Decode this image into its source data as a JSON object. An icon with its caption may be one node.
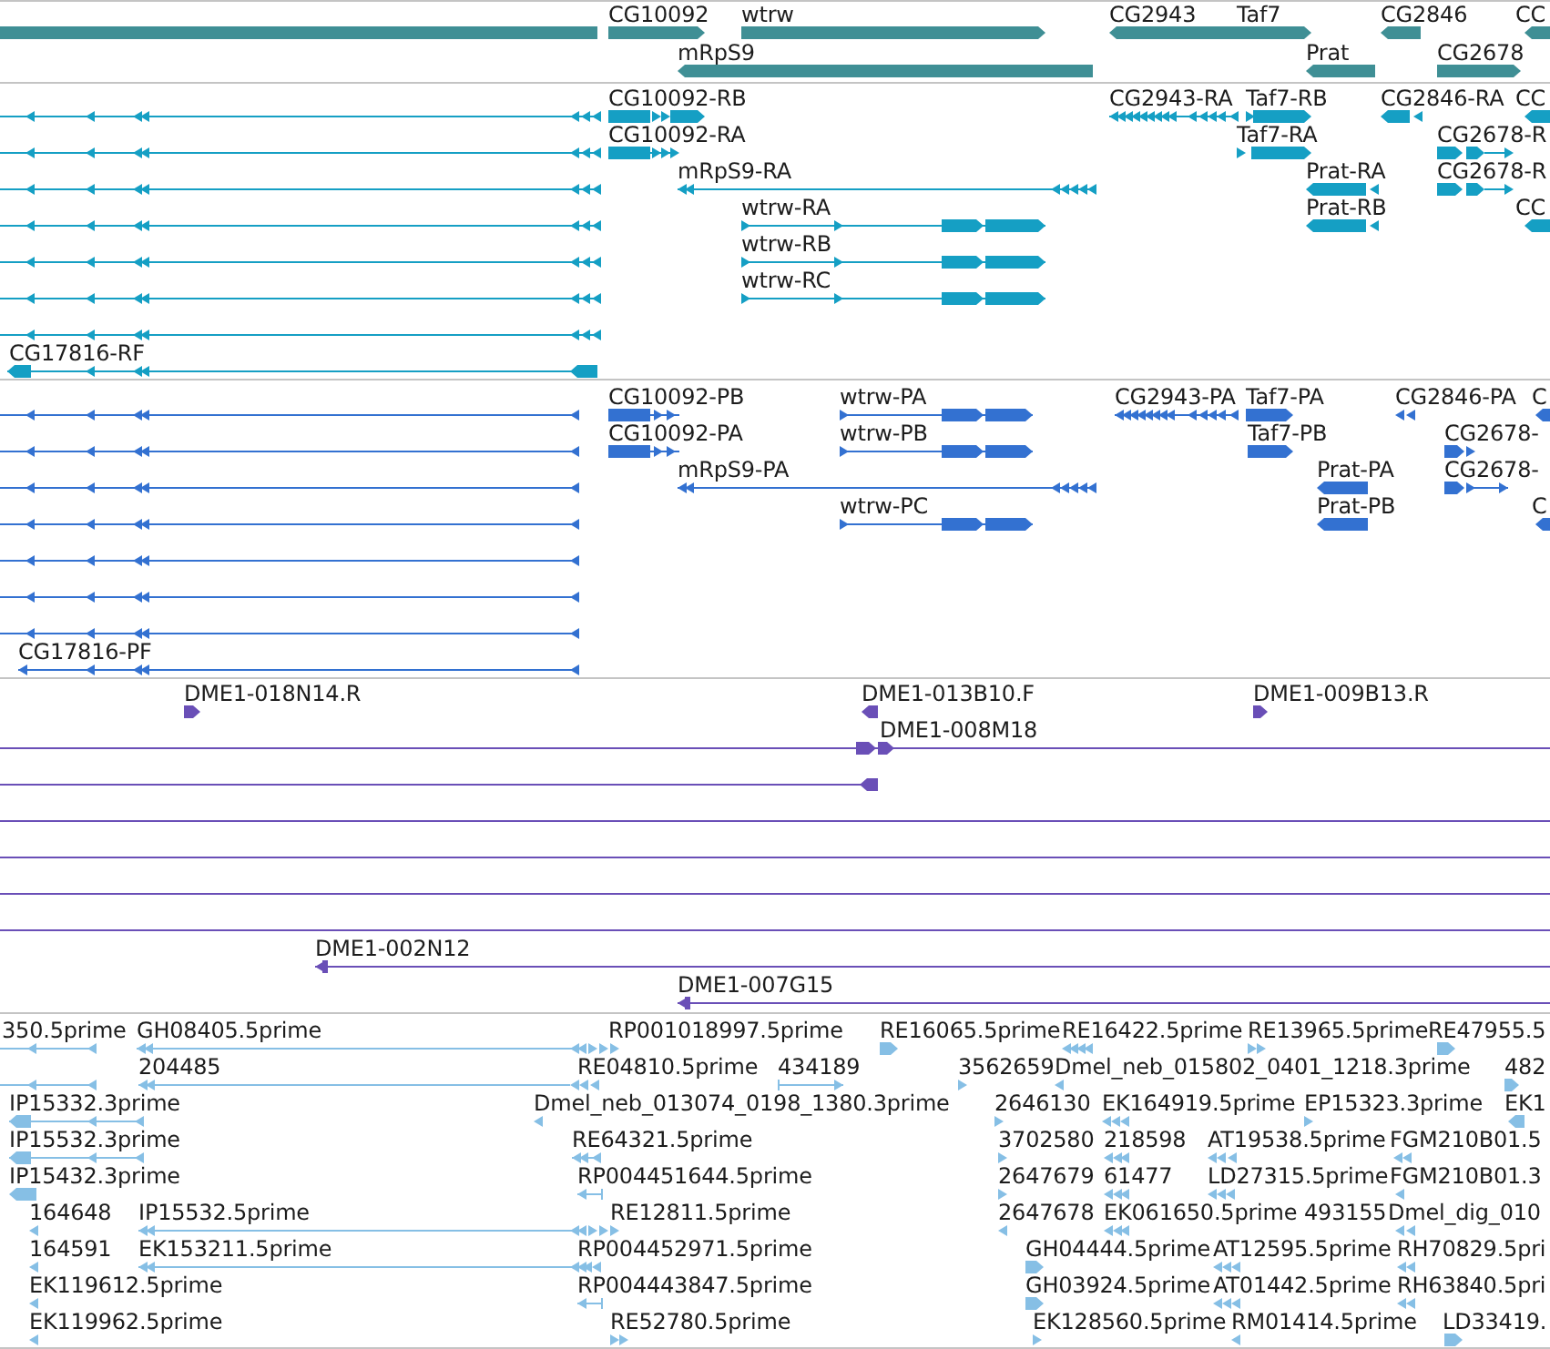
{
  "diagram": {
    "nodes": [
      {
        "text": [],
        "shape": "bar"
      },
      {
        "text": [
          "CG10092"
        ]
      },
      {
        "text": [
          "wtrw"
        ]
      },
      {
        "text": [
          "CG2943"
        ]
      },
      {
        "text": [
          "Taf7"
        ]
      },
      {
        "text": [
          "CG2846"
        ]
      },
      {
        "text": [
          "CC"
        ]
      },
      {
        "text": [
          "mRpS9"
        ]
      },
      {
        "text": [
          "Prat"
        ]
      },
      {
        "text": [
          "CG2678"
        ]
      },
      {
        "text": [],
        "shape": "bar"
      },
      {
        "text": [
          "CG10092-RB"
        ]
      },
      {
        "text": [
          "CG2943-RA"
        ]
      },
      {
        "text": [
          "Taf7-RB"
        ]
      },
      {
        "text": [
          "CG2846-RA"
        ]
      },
      {
        "text": [
          "CC"
        ]
      },
      {
        "text": [],
        "shape": "bar"
      },
      {
        "text": [
          "CG10092-RA"
        ]
      },
      {
        "text": [
          "Taf7-RA"
        ]
      },
      {
        "text": [
          "CG2678-R"
        ]
      },
      {
        "text": [],
        "shape": "bar"
      },
      {
        "text": [
          "mRpS9-RA"
        ]
      },
      {
        "text": [
          "Prat-RA"
        ]
      },
      {
        "text": [
          "CG2678-R"
        ]
      },
      {
        "text": [],
        "shape": "bar"
      },
      {
        "text": [
          "wtrw-RA"
        ]
      },
      {
        "text": [
          "Prat-RB"
        ]
      },
      {
        "text": [
          "CC"
        ]
      },
      {
        "text": [],
        "shape": "bar"
      },
      {
        "text": [
          "wtrw-RB"
        ]
      },
      {
        "text": [],
        "shape": "bar"
      },
      {
        "text": [
          "wtrw-RC"
        ]
      },
      {
        "text": [],
        "shape": "bar"
      },
      {
        "text": [
          "CG17816-RF"
        ]
      },
      {
        "text": [],
        "shape": "bar"
      },
      {
        "text": [
          "CG10092-PB"
        ]
      },
      {
        "text": [
          "wtrw-PA"
        ]
      },
      {
        "text": [
          "CG2943-PA"
        ]
      },
      {
        "text": [
          "Taf7-PA"
        ]
      },
      {
        "text": [
          "CG2846-PA"
        ]
      },
      {
        "text": [
          "C"
        ]
      },
      {
        "text": [],
        "shape": "bar"
      },
      {
        "text": [
          "CG10092-PA"
        ]
      },
      {
        "text": [
          "wtrw-PB"
        ]
      },
      {
        "text": [
          "Taf7-PB"
        ]
      },
      {
        "text": [
          "CG2678-"
        ]
      },
      {
        "text": [],
        "shape": "bar"
      },
      {
        "text": [
          "mRpS9-PA"
        ]
      },
      {
        "text": [
          "Prat-PA"
        ]
      },
      {
        "text": [
          "CG2678-"
        ]
      },
      {
        "text": [],
        "shape": "bar"
      },
      {
        "text": [
          "wtrw-PC"
        ]
      },
      {
        "text": [
          "Prat-PB"
        ]
      },
      {
        "text": [
          "C"
        ]
      },
      {
        "text": [],
        "shape": "bar"
      },
      {
        "text": [],
        "shape": "bar"
      },
      {
        "text": [],
        "shape": "bar"
      },
      {
        "text": [
          "CG17816-PF"
        ]
      },
      {
        "text": [
          "DME1-018N14.R"
        ]
      },
      {
        "text": [
          "DME1-013B10.F"
        ]
      },
      {
        "text": [
          "DME1-009B13.R"
        ]
      },
      {
        "text": [
          "DME1-008M18"
        ]
      },
      {
        "text": [],
        "shape": "bar"
      },
      {
        "text": [],
        "shape": "bar"
      },
      {
        "text": [],
        "shape": "bar"
      },
      {
        "text": [],
        "shape": "bar"
      },
      {
        "text": [],
        "shape": "bar"
      },
      {
        "text": [
          "DME1-002N12"
        ]
      },
      {
        "text": [
          "DME1-007G15"
        ]
      },
      {
        "text": [
          "350.5prime"
        ]
      },
      {
        "text": [
          "GH08405.5prime"
        ]
      },
      {
        "text": [
          "RP001018997.5prime"
        ]
      },
      {
        "text": [
          "RE16065.5prime"
        ]
      },
      {
        "text": [
          "RE16422.5prime"
        ]
      },
      {
        "text": [
          "RE13965.5prime"
        ]
      },
      {
        "text": [
          "RE47955.5"
        ]
      },
      {
        "text": [],
        "shape": "bar"
      },
      {
        "text": [
          "204485"
        ]
      },
      {
        "text": [
          "RE04810.5prime"
        ]
      },
      {
        "text": [
          "434189"
        ]
      },
      {
        "text": [
          "3562659"
        ]
      },
      {
        "text": [
          "Dmel_neb_015802_0401_1218.3prime"
        ]
      },
      {
        "text": [
          "482"
        ]
      },
      {
        "text": [
          "IP15332.3prime"
        ]
      },
      {
        "text": [
          "Dmel_neb_013074_0198_1380.3prime"
        ]
      },
      {
        "text": [
          "2646130"
        ]
      },
      {
        "text": [
          "EK164919.5prime"
        ]
      },
      {
        "text": [
          "EP15323.3prime"
        ]
      },
      {
        "text": [
          "EK1"
        ]
      },
      {
        "text": [
          "IP15532.3prime"
        ]
      },
      {
        "text": [
          "RE64321.5prime"
        ]
      },
      {
        "text": [
          "3702580"
        ]
      },
      {
        "text": [
          "218598"
        ]
      },
      {
        "text": [
          "AT19538.5prime"
        ]
      },
      {
        "text": [
          "FGM210B01.5"
        ]
      },
      {
        "text": [
          "IP15432.3prime"
        ]
      },
      {
        "text": [
          "RP004451644.5prime"
        ]
      },
      {
        "text": [
          "2647679"
        ]
      },
      {
        "text": [
          "61477"
        ]
      },
      {
        "text": [
          "LD27315.5prime"
        ]
      },
      {
        "text": [
          "FGM210B01.3"
        ]
      },
      {
        "text": [
          "164648"
        ]
      },
      {
        "text": [
          "IP15532.5prime"
        ]
      },
      {
        "text": [
          "RE12811.5prime"
        ]
      },
      {
        "text": [
          "2647678"
        ]
      },
      {
        "text": [
          "EK061650.5prime"
        ]
      },
      {
        "text": [
          "493155"
        ]
      },
      {
        "text": [
          "Dmel_dig_010"
        ]
      },
      {
        "text": [
          "164591"
        ]
      },
      {
        "text": [
          "EK153211.5prime"
        ]
      },
      {
        "text": [
          "RP004452971.5prime"
        ]
      },
      {
        "text": [
          "GH04444.5prime"
        ]
      },
      {
        "text": [
          "AT12595.5prime"
        ]
      },
      {
        "text": [
          "RH70829.5pri"
        ]
      },
      {
        "text": [
          "EK119612.5prime"
        ]
      },
      {
        "text": [
          "RP004443847.5prime"
        ]
      },
      {
        "text": [
          "GH03924.5prime"
        ]
      },
      {
        "text": [
          "AT01442.5prime"
        ]
      },
      {
        "text": [
          "RH63840.5pri"
        ]
      },
      {
        "text": [
          "EK119962.5prime"
        ]
      },
      {
        "text": [
          "RE52780.5prime"
        ]
      },
      {
        "text": [
          "EK128560.5prime"
        ]
      },
      {
        "text": [
          "RM01414.5prime"
        ]
      },
      {
        "text": [
          "LD33419."
        ]
      }
    ]
  }
}
